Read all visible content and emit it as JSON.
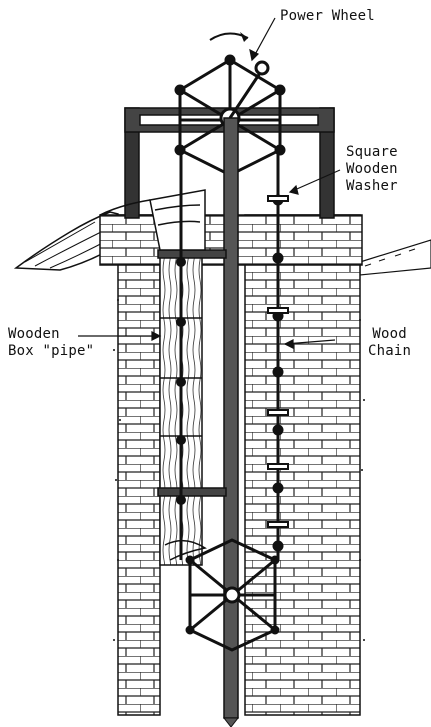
{
  "labels": {
    "power_wheel": "Power Wheel",
    "square_wooden_washer": [
      "Square",
      "Wooden",
      "Washer"
    ],
    "wooden_box_pipe": [
      "Wooden",
      "Box \"pipe\""
    ],
    "wood_chain": [
      "Wood",
      "Chain"
    ]
  },
  "colors": {
    "ink": "#111111",
    "paper": "#ffffff",
    "brick_line": "#222222"
  }
}
